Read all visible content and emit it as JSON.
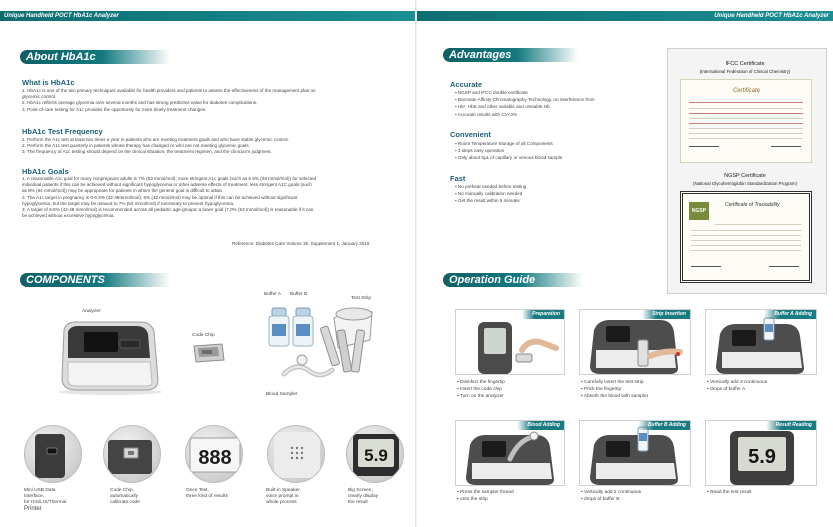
{
  "header": {
    "left_title": "Unique Handheld POCT HbA1c Analyzer",
    "right_title": "Unique Handheld POCT HbA1c Analyzer"
  },
  "about": {
    "banner": "About HbA1c",
    "what_title": "What is HbA1c",
    "what_items": [
      "1. HbA1c is one of the two primary techniques available for health providers and patients to assess the effectiveness of the management plan on",
      "    glycemic control.",
      "2. HbA1c reflects average glycemia over several months and has strong predictive value for diabetes complications.",
      "3. Point-of-care testing for A1c provides the opportunity for more timely treatment changes."
    ],
    "freq_title": "HbA1c Test Frequency",
    "freq_items": [
      "1. Perform the A1c test at least two times a year in patients who are meeting treatment goals and who have stable glycemic control.",
      "2. Perform the A1c test quarterly in patients whose therapy has changed or who are not meeting glycemic goals.",
      "3. The frequency of A1c testing should depend on the clinical situation, the treatment regimen, and the clinician's judgment."
    ],
    "goals_title": "HbA1c Goals",
    "goals_items": [
      "1. A reasonable A1c goal for many nonpregnant adults is 7% (53 mmol/mol); more stringent A1c goals (such as 6.5% (48 mmol/mol)) for selected",
      "    individual patients if this can be achieved without significant hypoglycemia or other adverse effects of treatment; less stringent A1C goals (such",
      "    as 8% (64 mmol/mol)) may be appropriate for patients in whom the general goal is difficult to attain.",
      "2. The A1c target in pregnancy is 6-6.5% (42-48mmol/mol); 6% (42 mmol/mol) may be optimal if this can be achieved without significant",
      "    hypoglycemia, but the target may be relaxed to 7% (53 mmol/mol) if necessary to prevent hypoglycemia.",
      "3. A target of 6-8% (42-48 mmol/mol) is recommended across all pediatric age-groups; a lower goal (7.0% (53 mmol/mol)) is reasonable if it can",
      "    be achieved without excessive hypoglycemia."
    ],
    "reference": "Reference: Diabetes Care Volume 39, Supplement 1, January 2016"
  },
  "components": {
    "banner": "COMPONENTS",
    "labels": {
      "analyzer": "Analyzer",
      "code_chip": "Code Chip",
      "buffer_a": "Buffer A",
      "buffer_b": "Buffer B",
      "test_strip": "Test Strip",
      "blood_sampler": "Blood Sampler"
    },
    "screen_value": "5.9",
    "segment_value": "888",
    "features": [
      {
        "line1": "Mini USB Data",
        "line2": "Interface,",
        "line3": "for HIS/LIS/Thermal",
        "line4": "Printer"
      },
      {
        "line1": "Code Chip,",
        "line2": "automatically",
        "line3": "calibrate code",
        "line4": ""
      },
      {
        "line1": "Once Test,",
        "line2": "three kind of results",
        "line3": "",
        "line4": ""
      },
      {
        "line1": "Built-in Speaker,",
        "line2": "voice prompt in",
        "line3": "whole process",
        "line4": ""
      },
      {
        "line1": "Big Screen,",
        "line2": "clearly display",
        "line3": "the result",
        "line4": ""
      }
    ]
  },
  "advantages": {
    "banner": "Advantages",
    "accurate_title": "Accurate",
    "accurate_items": [
      "NGSP and IFCC double certificate",
      "Boronate Affinity Chromatography Technology, no interference from",
      "Hb¹, HbE and other variable and unstable Hb",
      "Accurate results with CV<3%"
    ],
    "convenient_title": "Convenient",
    "convenient_items": [
      "Room Temperature Storage of all Components",
      "3 steps easy operation",
      "Only about 5μL of capillary or venous blood sample"
    ],
    "fast_title": "Fast",
    "fast_items": [
      "No preheat needed before testing",
      "No manually calibration needed",
      "Get the result within 5 minutes"
    ]
  },
  "certificates": {
    "ifcc_title": "IFCC Certificate",
    "ifcc_sub": "(International Federation of Clinical Chemistry)",
    "ifcc_doc_title": "Certificate",
    "ngsp_title": "NGSP Certificate",
    "ngsp_sub": "(National Glycohemoglobin Standardization Program)",
    "ngsp_doc_title": "Certificate of Traceability",
    "ngsp_logo": "NGSP"
  },
  "operation": {
    "banner": "Operation Guide",
    "steps": [
      {
        "tag": "Preparation",
        "lines": [
          "Disinfect the fingertip",
          "Insert the code chip",
          "Turn on the analyzer"
        ]
      },
      {
        "tag": "Strip Insertion",
        "lines": [
          "Carefully insert the test strip",
          "Prick the fingertip",
          "Absorb the blood with sampler"
        ]
      },
      {
        "tag": "Buffer A Adding",
        "lines": [
          "Vertically add 3 continuous",
          "drops of buffer A"
        ]
      },
      {
        "tag": "Blood Adding",
        "lines": [
          "Press the sampler thread",
          "onto the strip"
        ]
      },
      {
        "tag": "Buffer B Adding",
        "lines": [
          "Vertically add 2 continuous",
          "drops of buffer B"
        ]
      },
      {
        "tag": "Result Reading",
        "lines": [
          "Read the test result"
        ]
      }
    ],
    "result_value": "5.9"
  }
}
